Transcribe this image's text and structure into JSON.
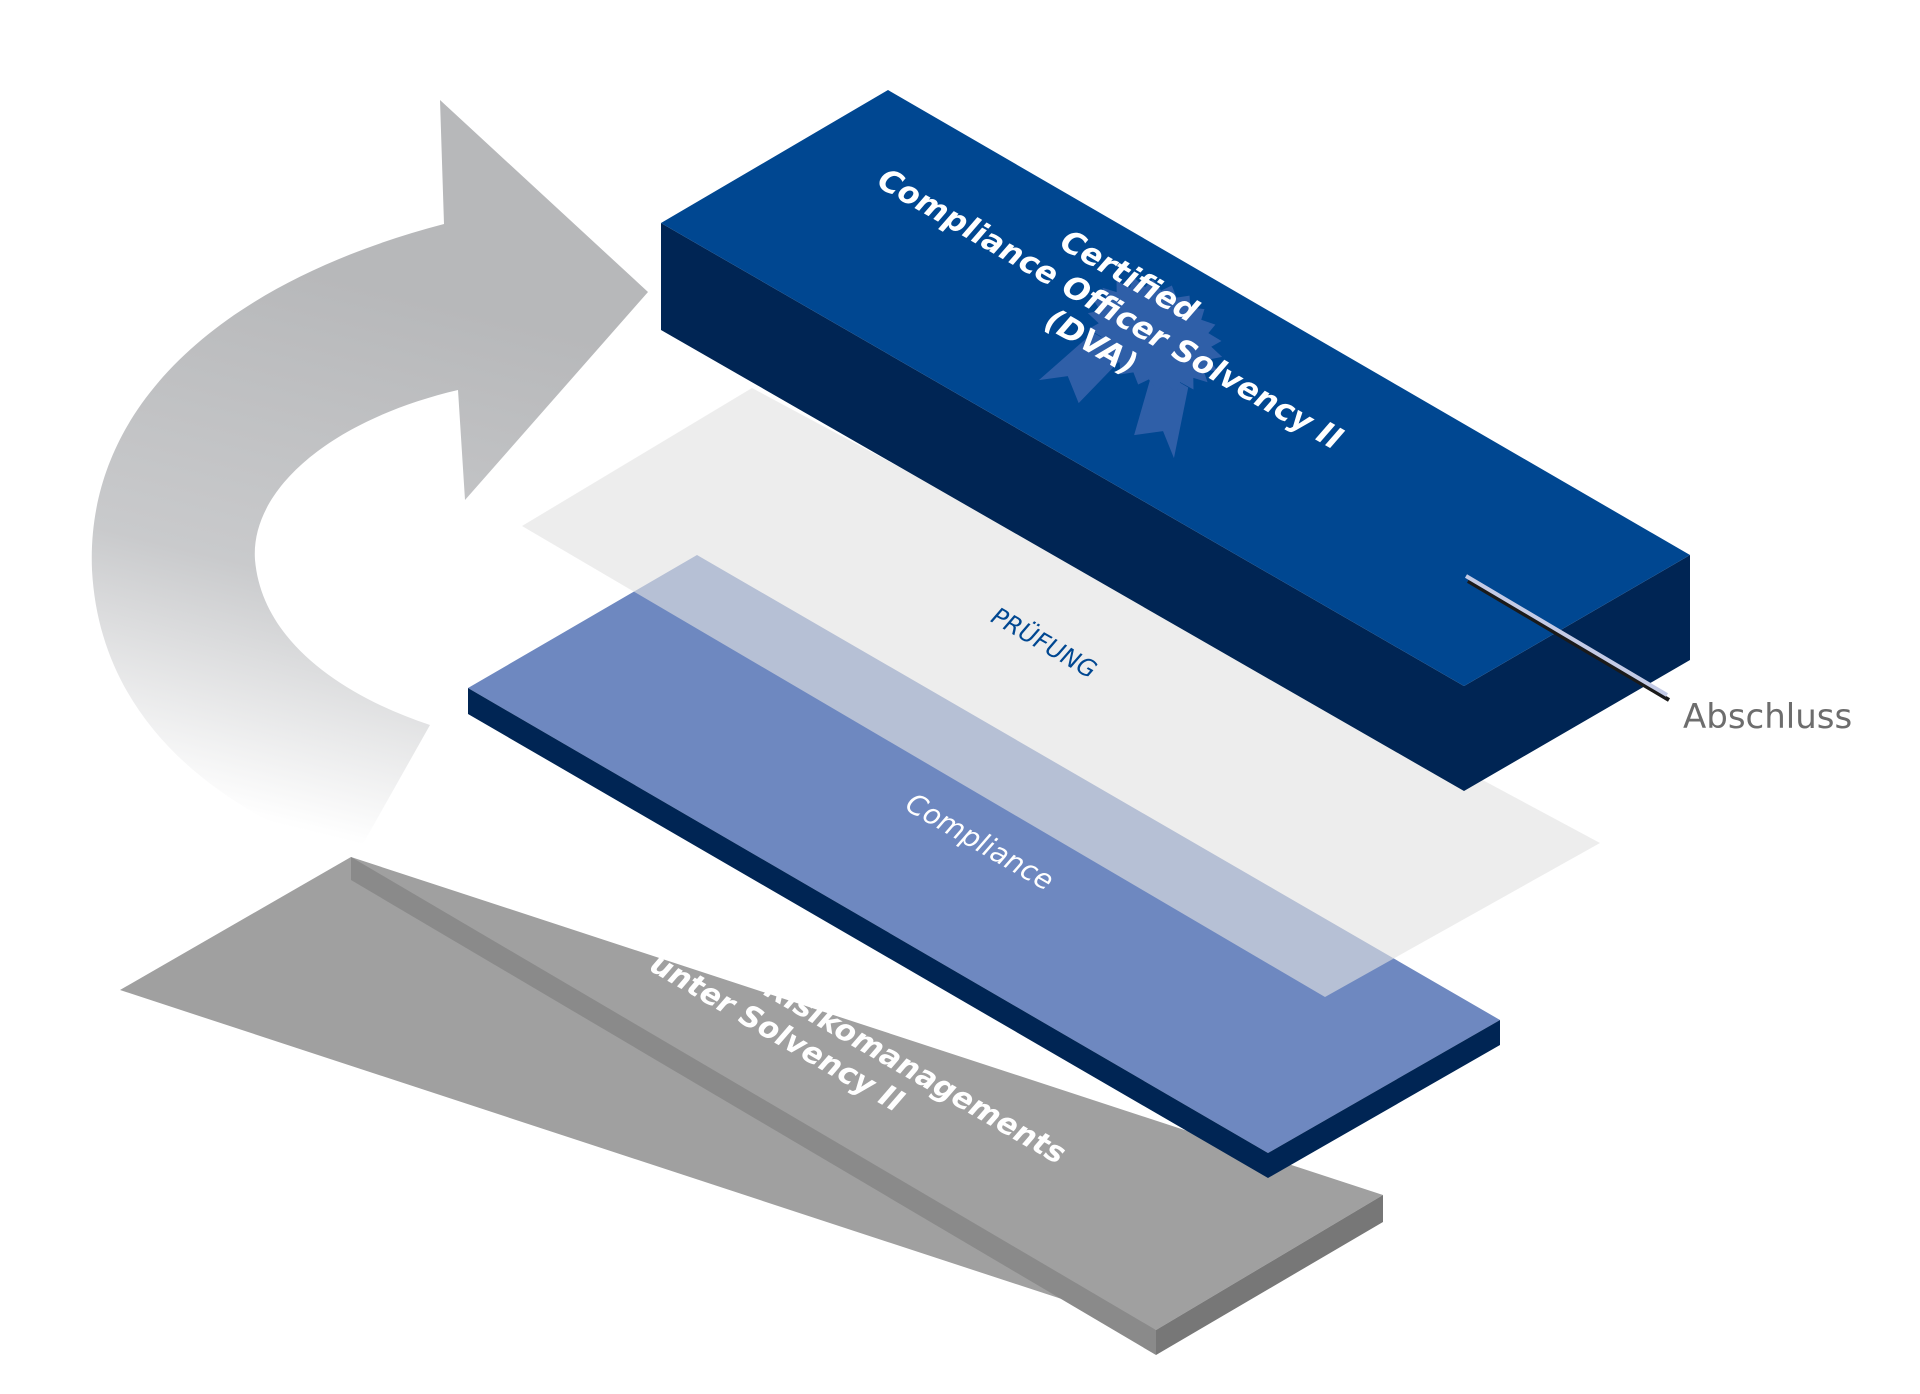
{
  "diagram": {
    "layers": [
      {
        "id": "certified",
        "lines": [
          "Certified",
          "Compliance Officer Solvency II",
          "(DVA)"
        ],
        "colors": {
          "top": "#004791",
          "front": "#002554",
          "side": "#002554"
        }
      },
      {
        "id": "pruefung",
        "lines": [
          "PRÜFUNG"
        ],
        "colors": {
          "plane": "#e2e2e2",
          "text": "#004791"
        }
      },
      {
        "id": "compliance",
        "lines": [
          "Compliance"
        ],
        "colors": {
          "top": "#6e88c0",
          "front": "#002554",
          "side": "#002554",
          "text": "#ffffff"
        }
      },
      {
        "id": "grundlagen",
        "lines": [
          "Grundlagen des Risikomanagements",
          "unter Solvency II"
        ],
        "colors": {
          "top": "#a0a0a0",
          "front": "#8a8a8a",
          "side": "#777777",
          "text": "#ffffff"
        }
      }
    ],
    "callout": {
      "label": "Abschluss",
      "color": "#6d6d6d"
    },
    "cycle_arrow": {
      "color": "#b7b8ba"
    },
    "seal_icon": {
      "color": "#2f5fa8"
    }
  }
}
